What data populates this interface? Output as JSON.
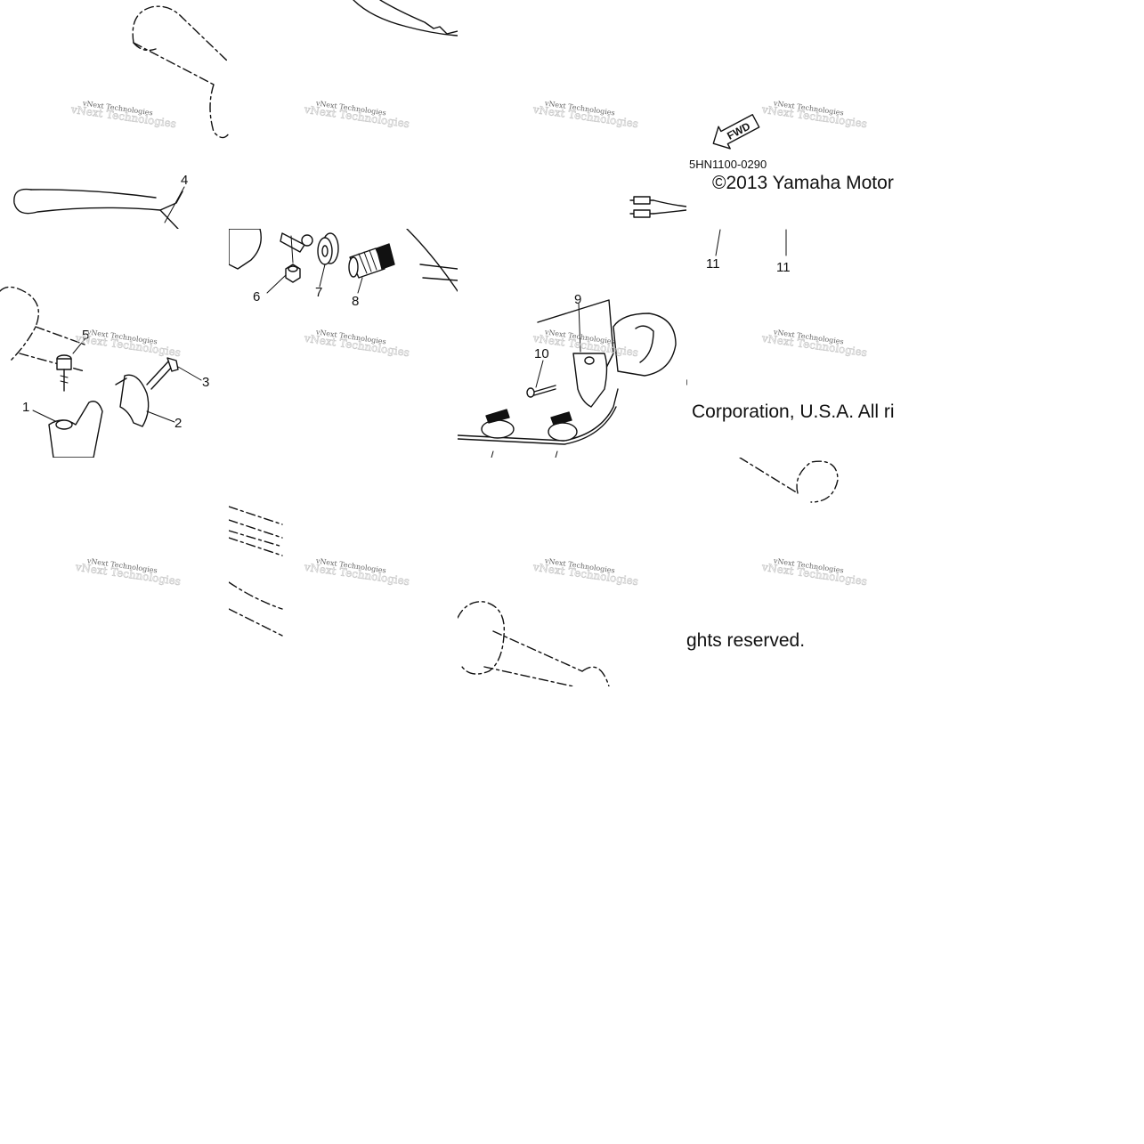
{
  "diagram": {
    "part_code": "5HN1100-0290",
    "direction_label": "FWD",
    "copyright_line1": "©2013 Yamaha Motor",
    "copyright_line2": "Corporation, U.S.A. All ri",
    "copyright_line3": "ghts reserved.",
    "watermark": "vNext Technologies",
    "callouts": [
      "1",
      "2",
      "3",
      "4",
      "5",
      "6",
      "7",
      "8",
      "9",
      "10",
      "11",
      "11"
    ]
  }
}
